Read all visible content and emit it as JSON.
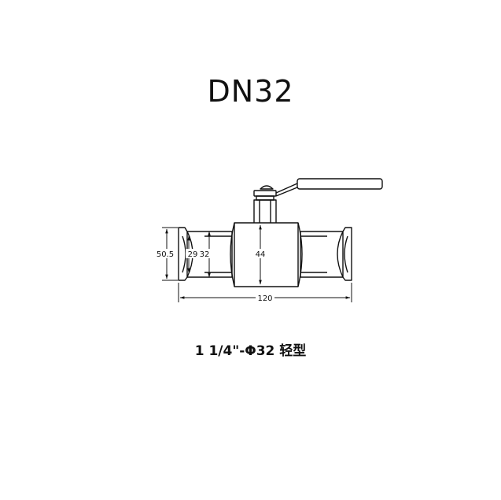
{
  "title": "DN32",
  "caption": "1 1/4\"-Φ32 轻型",
  "dimensions": {
    "outer": "50.5",
    "bore": "29",
    "pipe": "32",
    "body": "44",
    "length": "120"
  },
  "colors": {
    "line": "#111111",
    "handle": "#111111"
  }
}
